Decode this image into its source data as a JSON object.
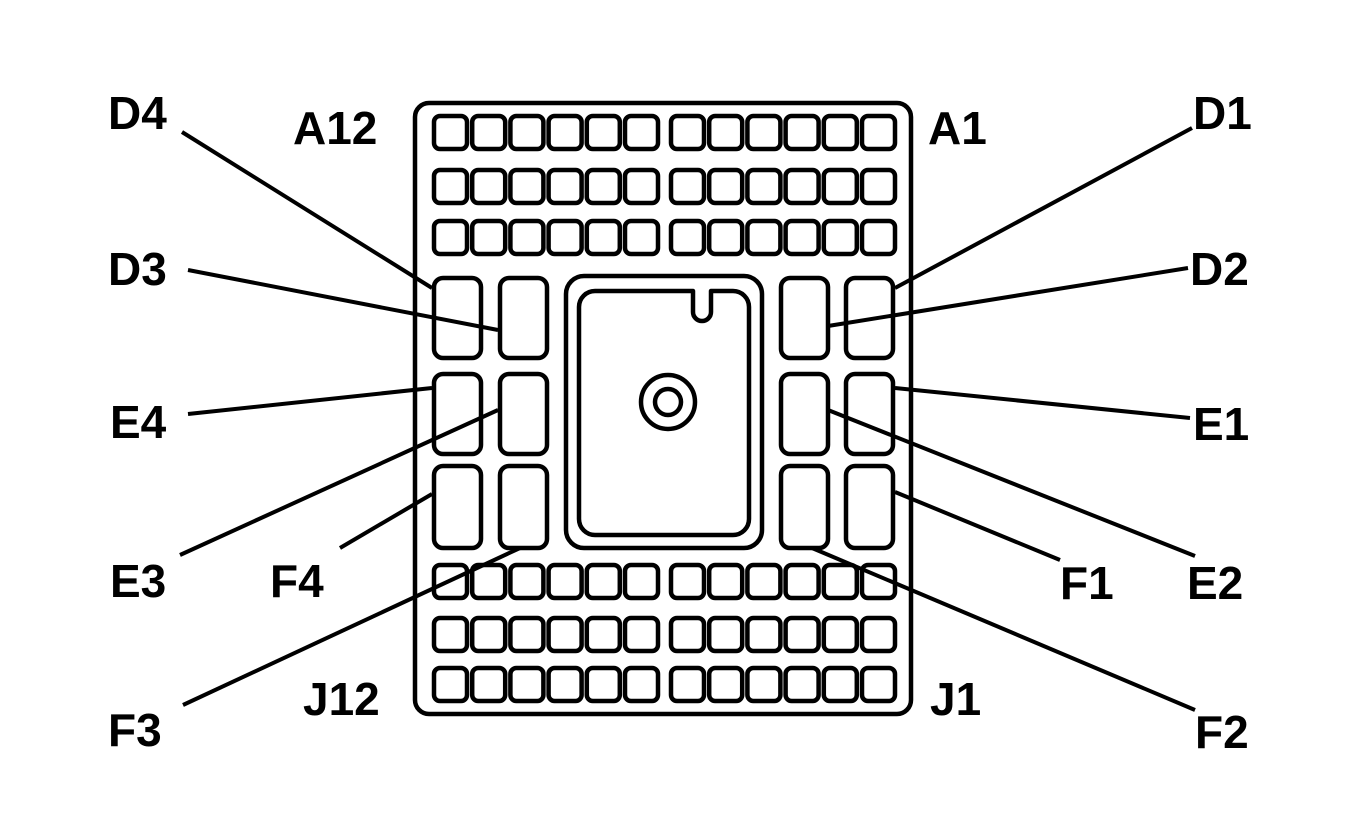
{
  "labels": {
    "a12": "A12",
    "a1": "A1",
    "j12": "J12",
    "j1": "J1",
    "d1": "D1",
    "d2": "D2",
    "d3": "D3",
    "d4": "D4",
    "e1": "E1",
    "e2": "E2",
    "e3": "E3",
    "e4": "E4",
    "f1": "F1",
    "f2": "F2",
    "f3": "F3",
    "f4": "F4"
  }
}
